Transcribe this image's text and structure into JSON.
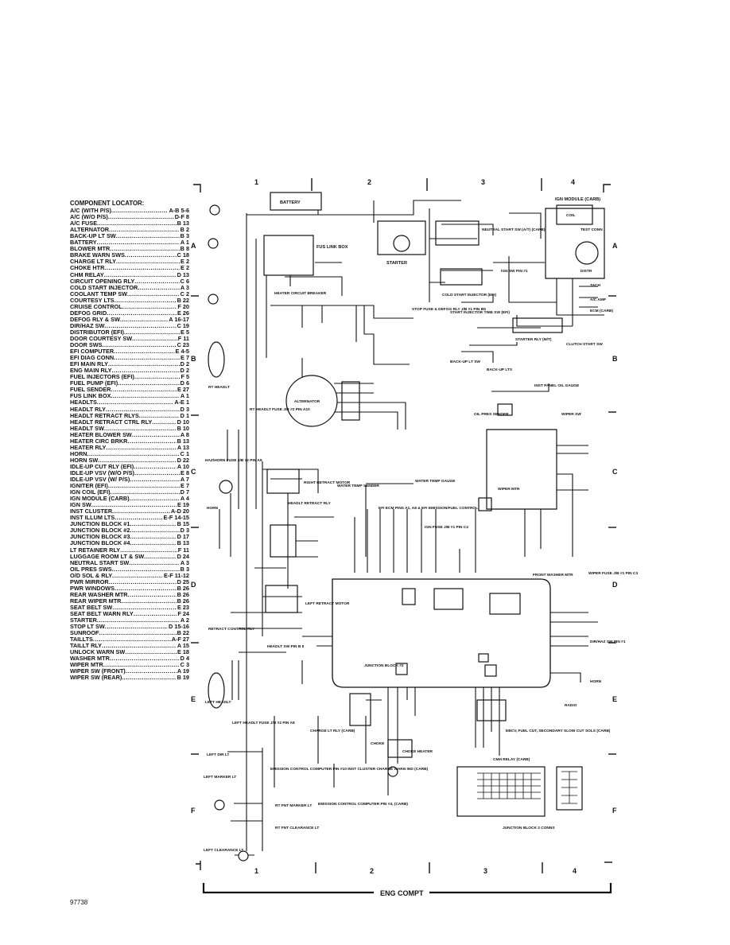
{
  "locator": {
    "title": "COMPONENT LOCATOR:",
    "items": [
      {
        "name": "A/C (WITH P/S)",
        "loc": "A-B 5-6"
      },
      {
        "name": "A/C (W/O P/S)",
        "loc": "D-F 8"
      },
      {
        "name": "A/C FUSE",
        "loc": "B 13"
      },
      {
        "name": "ALTERNATOR",
        "loc": "B 2"
      },
      {
        "name": "BACK-UP LT SW",
        "loc": "B 3"
      },
      {
        "name": "BATTERY",
        "loc": "A 1"
      },
      {
        "name": "BLOWER MTR",
        "loc": "B 8"
      },
      {
        "name": "BRAKE WARN SWS",
        "loc": "C 18"
      },
      {
        "name": "CHARGE LT RLY",
        "loc": "E 2"
      },
      {
        "name": "CHOKE HTR",
        "loc": "E 2"
      },
      {
        "name": "CHM RELAY",
        "loc": "D 13"
      },
      {
        "name": "CIRCUIT OPENING RLY",
        "loc": "C 6"
      },
      {
        "name": "COLD START INJECTOR",
        "loc": "A 3"
      },
      {
        "name": "COOLANT TEMP SW",
        "loc": "C 2"
      },
      {
        "name": "COURTESY LTS",
        "loc": "B 22"
      },
      {
        "name": "CRUISE CONTROL",
        "loc": "F 20"
      },
      {
        "name": "DEFOG GRID",
        "loc": "E 26"
      },
      {
        "name": "DEFOG RLY & SW",
        "loc": "A 16-17"
      },
      {
        "name": "DIR/HAZ SW",
        "loc": "C 19"
      },
      {
        "name": "DISTRIBUTOR (EFI)",
        "loc": "E 5"
      },
      {
        "name": "DOOR COURTESY SW",
        "loc": "F 11"
      },
      {
        "name": "DOOR SWS",
        "loc": "C 23"
      },
      {
        "name": "EFI COMPUTER",
        "loc": "E 4-5"
      },
      {
        "name": "EFI DIAG CONN",
        "loc": "E 7"
      },
      {
        "name": "EFI MAIN RLY",
        "loc": "D 2"
      },
      {
        "name": "ENG MAIN RLY",
        "loc": "D 2"
      },
      {
        "name": "FUEL INJECTORS (EFI)",
        "loc": "F 5"
      },
      {
        "name": "FUEL PUMP (EFI)",
        "loc": "D 6"
      },
      {
        "name": "FUEL SENDER",
        "loc": "E 27"
      },
      {
        "name": "FUS LINK BOX",
        "loc": "A 1"
      },
      {
        "name": "HEADLTS",
        "loc": "A-E 1"
      },
      {
        "name": "HEADLT RLY",
        "loc": "D 3"
      },
      {
        "name": "HEADLT RETRACT RLYS",
        "loc": "D 1"
      },
      {
        "name": "HEADLT RETRACT CTRL RLY",
        "loc": "D 10"
      },
      {
        "name": "HEADLT SW",
        "loc": "B 10"
      },
      {
        "name": "HEATER BLOWER SW",
        "loc": "A 8"
      },
      {
        "name": "HEATER CIRC BRKR",
        "loc": "B 13"
      },
      {
        "name": "HEATER RLY",
        "loc": "A 13"
      },
      {
        "name": "HORN",
        "loc": "C 1"
      },
      {
        "name": "HORN SW",
        "loc": "D 22"
      },
      {
        "name": "IDLE-UP CUT RLY (EFI)",
        "loc": "A 10"
      },
      {
        "name": "IDLE-UP VSV (W/O P/S)",
        "loc": "E 8"
      },
      {
        "name": "IDLE-UP VSV (W/ P/S)",
        "loc": "A 7"
      },
      {
        "name": "IGNITER (EFI)",
        "loc": "E 7"
      },
      {
        "name": "IGN COIL (EFI)",
        "loc": "D 7"
      },
      {
        "name": "IGN MODULE (CARB)",
        "loc": "A 4"
      },
      {
        "name": "IGN SW",
        "loc": "E 19"
      },
      {
        "name": "INST CLUSTER",
        "loc": "A-D 20"
      },
      {
        "name": "INST ILLUM LTS",
        "loc": "E-F 14-15"
      },
      {
        "name": "JUNCTION BLOCK #1",
        "loc": "B 15"
      },
      {
        "name": "JUNCTION BLOCK #2",
        "loc": "D 3"
      },
      {
        "name": "JUNCTION BLOCK #3",
        "loc": "D 17"
      },
      {
        "name": "JUNCTION BLOCK #4",
        "loc": "B 13"
      },
      {
        "name": "LT RETAINER RLY",
        "loc": "F 11"
      },
      {
        "name": "LUGGAGE ROOM LT & SW",
        "loc": "D 24"
      },
      {
        "name": "NEUTRAL START SW",
        "loc": "A 3"
      },
      {
        "name": "OIL PRES SWS",
        "loc": "B 3"
      },
      {
        "name": "O/D SOL & RLY",
        "loc": "E-F 11-12"
      },
      {
        "name": "PWR MIRROR",
        "loc": "D 25"
      },
      {
        "name": "PWR WINDOWS",
        "loc": "B 26"
      },
      {
        "name": "REAR WASHER MTR",
        "loc": "B 26"
      },
      {
        "name": "REAR WIPER MTR",
        "loc": "B 26"
      },
      {
        "name": "SEAT BELT SW",
        "loc": "E 23"
      },
      {
        "name": "SEAT BELT WARN RLY",
        "loc": "F 24"
      },
      {
        "name": "STARTER",
        "loc": "A 2"
      },
      {
        "name": "STOP LT SW",
        "loc": "D 15-16"
      },
      {
        "name": "SUNROOF",
        "loc": "B 22"
      },
      {
        "name": "TAILLTS",
        "loc": "A-F 27"
      },
      {
        "name": "TAILLT RLY",
        "loc": "A 15"
      },
      {
        "name": "UNLOCK WARN SW",
        "loc": "E 18"
      },
      {
        "name": "WASHER MTR",
        "loc": "D 4"
      },
      {
        "name": "WIPER MTR",
        "loc": "C 3"
      },
      {
        "name": "WIPER SW (FRONT)",
        "loc": "A 19"
      },
      {
        "name": "WIPER SW (REAR)",
        "loc": "B 19"
      }
    ]
  },
  "grid": {
    "cols": [
      "1",
      "2",
      "3",
      "4"
    ],
    "rows": [
      "A",
      "B",
      "C",
      "D",
      "E",
      "F"
    ]
  },
  "footer": {
    "section": "ENG COMPT",
    "figure_id": "97738"
  },
  "components": {
    "battery": "BATTERY",
    "fus_link_box": "FUS LINK BOX",
    "starter": "STARTER",
    "neutral_start": "NEUTRAL START SW (A/T) (CARB)",
    "cold_start": "COLD START INJECTOR (EFI)",
    "ign_sw": "IGN SW PIN #1",
    "ign_module": "IGN MODULE (CARB)",
    "coil": "COIL",
    "test_conn": "TEST CONN",
    "distr": "DISTR",
    "tach": "TACH",
    "ac_amp": "A/C AMP",
    "ecm_carb": "ECM (CARB)",
    "starter_rly": "STARTER RLY (M/T)",
    "clutch_start": "CLUTCH START SW",
    "heater_cb": "HEATER CIRCUIT BREAKER",
    "stop_fuse": "STOP FUSE & DEFOG RLY J/B #1 PIN B5",
    "start_inj_sw": "START INJECTOR TIME SW (EFI)",
    "alternator": "ALTERNATOR",
    "backup_sw": "BACK-UP LT SW",
    "backup_lts": "BACK-UP LTS",
    "inst_panel": "INST PANEL OIL GAUGE",
    "oil_sender": "OIL PRES SENDER",
    "wiper_sw": "WIPER SW",
    "wiper_mtr": "WIPER MTR",
    "water_temp": "WATER TEMP SENDER",
    "water_gauge": "WATER TEMP GAUGE",
    "efi_ecm": "EFI ECM PINS A1, A8 & EFI EMISSION/FUEL CONTROL",
    "ign_fuse": "IGN FUSE J/B #1 PIN C4",
    "horn": "HORN",
    "horn_fuse": "HAZ/HORN FUSE J/B #2 PIN A9",
    "rt_headlt": "RT HEADLT",
    "rt_headlt_fuse": "RT HEADLT FUSE J/B #2 PIN A10",
    "right_retract": "RIGHT RETRACT MOTOR",
    "headlt_retract_rly": "HEADLT RETRACT RLY",
    "left_retract": "LEFT RETRACT MOTOR",
    "retract_ctrl": "RETRACT CONTROL RLY",
    "headlt_sw": "HEADLT SW PIN B 5",
    "junction_block": "JUNCTION BLOCK #2",
    "front_washer": "FRONT WASHER MTR",
    "wiper_fuse": "WIPER FUSE J/B #1 PIN C3",
    "dir_haz": "DIR/HAZ SW PIN #1",
    "radio": "RADIO",
    "left_headlt": "LEFT HEADLT",
    "left_headlt_fuse": "LEFT HEADLT FUSE J/B #2 PIN A8",
    "charge_rly": "CHARGE LT RLY (CARB)",
    "choke": "CHOKE",
    "choke_heater": "CHOKE HEATER",
    "emission_ctrl": "EMISSION CONTROL COMPUTER PIN #10 INST CLUSTER CHARGE WARN IND (CARB)",
    "emission_ctrl2": "EMISSION CONTROL COMPUTER PIN #4, (CARB)",
    "left_dir": "LEFT DIR LT",
    "left_marker": "LEFT MARKER LT",
    "rt_front_marker": "RT FNT MARKER LT",
    "rt_front_clear": "RT FNT CLEARANCE LT",
    "left_clearance": "LEFT CLEARANCE LT",
    "jb_2conns": "JUNCTION BLOCK 2 CONNS",
    "ebcv": "EBCV, FUEL CUT, SECONDARY SLOW CUT SOLS (CARB)",
    "chm_relay": "CMH RELAY (CARB)"
  },
  "colors": {
    "ink": "#111111",
    "paper": "#ffffff"
  }
}
